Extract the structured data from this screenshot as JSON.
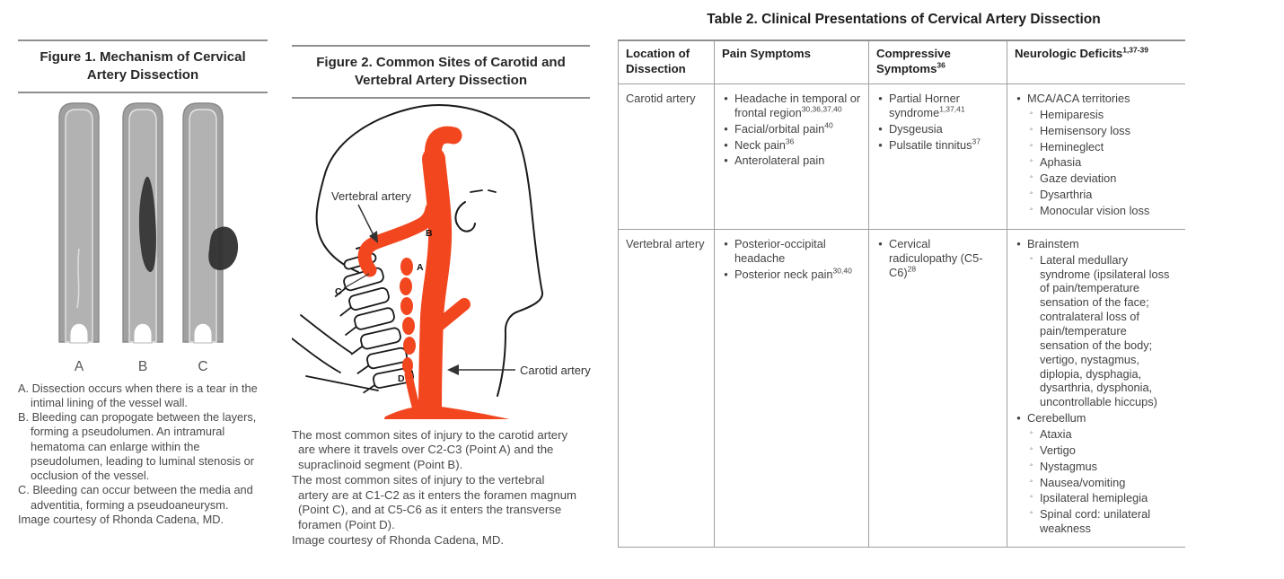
{
  "figure1": {
    "title": "Figure 1. Mechanism of Cervical Artery Dissection",
    "labels": [
      "A",
      "B",
      "C"
    ],
    "caption": [
      {
        "prefix": "A.",
        "text": "Dissection occurs when there is a tear in the intimal lining of the vessel wall."
      },
      {
        "prefix": "B.",
        "text": "Bleeding can propogate between the layers, forming a pseudolumen. An intramural hematoma can enlarge within the pseudolumen, leading to luminal stenosis or occlusion of the vessel."
      },
      {
        "prefix": "C.",
        "text": "Bleeding can occur between the media and adventitia, forming a pseudoaneurysm."
      },
      {
        "prefix": "",
        "text": "Image courtesy of Rhonda Cadena, MD."
      }
    ]
  },
  "figure2": {
    "title": "Figure 2. Common Sites of Carotid and Vertebral Artery Dissection",
    "annotations": {
      "vertebral_label": "Vertebral artery",
      "carotid_label": "Carotid artery",
      "points": [
        "A",
        "B",
        "C",
        "D"
      ]
    },
    "caption": [
      {
        "hang": true,
        "text": "The most common sites of injury to the carotid artery are where it travels over C2-C3 (Point A) and the supraclinoid segment (Point B)."
      },
      {
        "hang": true,
        "text": "The most common sites of injury to the vertebral artery are at C1-C2 as it enters the foramen magnum (Point C), and at C5-C6 as it enters the transverse foramen (Point D)."
      },
      {
        "hang": false,
        "text": "Image courtesy of Rhonda Cadena, MD."
      }
    ]
  },
  "table": {
    "title": "Table 2. Clinical Presentations of Cervical Artery Dissection",
    "columns": [
      {
        "label": "Location of Dissection",
        "sup": ""
      },
      {
        "label": "Pain Symptoms",
        "sup": ""
      },
      {
        "label": "Compressive Symptoms",
        "sup": "36"
      },
      {
        "label": "Neurologic Deficits",
        "sup": "1,37-39"
      }
    ],
    "rows": [
      {
        "location": "Carotid artery",
        "pain": [
          {
            "t": "Headache in temporal or frontal region",
            "sup": "30,36,37,40"
          },
          {
            "t": "Facial/orbital pain",
            "sup": "40"
          },
          {
            "t": "Neck pain",
            "sup": "36"
          },
          {
            "t": "Anterolateral pain"
          }
        ],
        "compressive": [
          {
            "t": "Partial Horner syndrome",
            "sup": "1,37,41"
          },
          {
            "t": "Dysgeusia"
          },
          {
            "t": "Pulsatile tinnitus",
            "sup": "37"
          }
        ],
        "neurologic": [
          {
            "t": "MCA/ACA territories",
            "sub": [
              "Hemiparesis",
              "Hemisensory loss",
              "Hemineglect",
              "Aphasia",
              "Gaze deviation",
              "Dysarthria",
              "Monocular vision loss"
            ]
          }
        ]
      },
      {
        "location": "Vertebral artery",
        "pain": [
          {
            "t": "Posterior-occipital headache"
          },
          {
            "t": "Posterior neck pain",
            "sup": "30,40"
          }
        ],
        "compressive": [
          {
            "t": "Cervical radiculopathy (C5-C6)",
            "sup": "28"
          }
        ],
        "neurologic": [
          {
            "t": "Brainstem",
            "sub": [
              "Lateral medullary syndrome (ipsilateral loss of pain/temperature sensation of the face; contralateral loss of pain/temperature sensation of the body; vertigo, nystagmus, diplopia, dysphagia, dysarthria, dysphonia, uncontrollable hiccups)"
            ]
          },
          {
            "t": "Cerebellum",
            "sub": [
              "Ataxia",
              "Vertigo",
              "Nystagmus",
              "Nausea/vomiting",
              "Ipsilateral hemiplegia",
              "Spinal cord: unilateral weakness"
            ]
          }
        ]
      }
    ]
  },
  "colors": {
    "artery_red": "#F2461F",
    "vessel_gray_outer": "#A0A0A0",
    "vessel_gray_inner": "#B2B2B2",
    "hematoma_dark": "#363636",
    "rule_gray": "#8F8F8F",
    "table_border_gray": "#9E9E9E"
  }
}
